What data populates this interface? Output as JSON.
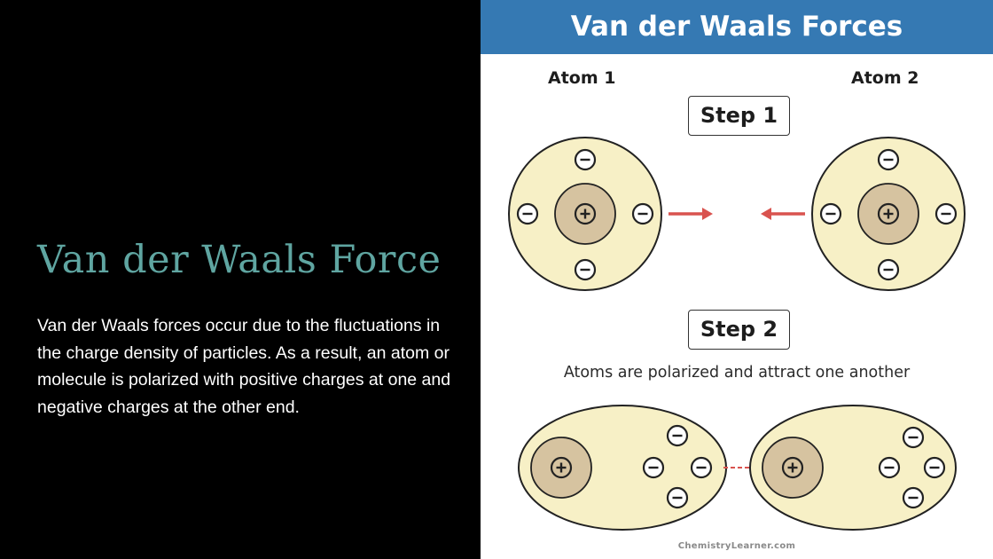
{
  "slide": {
    "title": "Van der Waals Force",
    "body": "Van der Waals forces occur due to the fluctuations in the charge density of particles. As a result, an atom or molecule is polarized with positive charges at one and negative charges at the other end."
  },
  "diagram": {
    "banner_title": "Van der Waals Forces",
    "atom1_label": "Atom 1",
    "atom2_label": "Atom 2",
    "step1_label": "Step 1",
    "step2_label": "Step 2",
    "step2_caption": "Atoms are polarized and attract one another",
    "credit": "ChemistryLearner.com",
    "colors": {
      "banner": "#3579b3",
      "atom_fill": "#f7f0c6",
      "nucleus_fill": "#d6c3a0",
      "arrow": "#d9534f",
      "title_teal": "#5fa5a1"
    }
  }
}
